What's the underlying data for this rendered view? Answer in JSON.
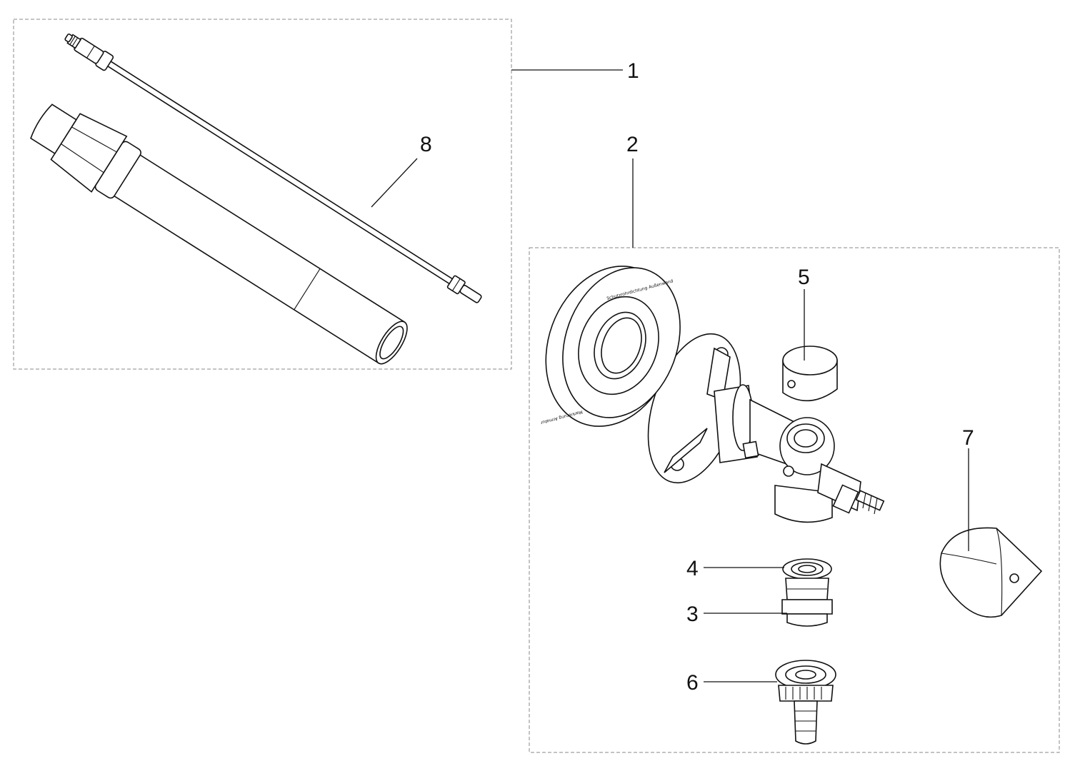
{
  "callouts": {
    "c1": "1",
    "c2": "2",
    "c3": "3",
    "c4": "4",
    "c5": "5",
    "c6": "6",
    "c7": "7",
    "c8": "8"
  },
  "rosette_text": {
    "outer": "Schutzrohrdichtung Außenwand",
    "inner": "Markierung Armatur"
  },
  "colors": {
    "line": "#111111",
    "box": "#8a8a8a",
    "background": "#ffffff"
  }
}
